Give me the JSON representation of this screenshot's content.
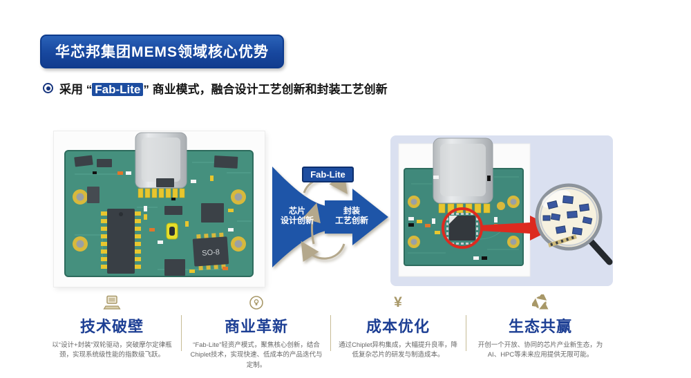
{
  "header": {
    "title": "华芯邦集团MEMS领域核心优势"
  },
  "bullet": {
    "before": "采用 “",
    "highlight": "Fab-Lite",
    "after": "” 商业模式，融合设计工艺创新和封装工艺创新"
  },
  "diagram": {
    "fab_lite_label": "Fab-Lite",
    "chip_innovation_line1": "芯片",
    "chip_innovation_line2": "设计创新",
    "package_innovation_line1": "封装",
    "package_innovation_line2": "工艺创新",
    "left_board_chip_label": "SO-8"
  },
  "features": {
    "items": [
      {
        "icon": "laptop-icon",
        "title": "技术破壁",
        "desc": "以“设计+封装”双轮驱动，突破摩尔定律瓶颈，实现系统级性能的指数级飞跃。"
      },
      {
        "icon": "lightbulb-icon",
        "title": "商业革新",
        "desc": "“Fab-Lite”轻资产模式，聚焦核心创新，结合Chiplet技术，实现快速、低成本的产品迭代与定制。"
      },
      {
        "icon": "yuan-icon",
        "glyph": "¥",
        "title": "成本优化",
        "desc": "通过Chiplet异构集成，大幅提升良率，降低复杂芯片的研发与制造成本。"
      },
      {
        "icon": "recycle-icon",
        "title": "生态共赢",
        "desc": "开创一个开放、协同的芯片产业新生态，为AI、HPC等未来应用提供无限可能。"
      }
    ]
  },
  "colors": {
    "accent_blue": "#1d4da0",
    "heading_blue": "#1d3f94",
    "gold": "#a89868",
    "alert_red": "#dd2a1f",
    "pcb_teal": "#45907e"
  }
}
